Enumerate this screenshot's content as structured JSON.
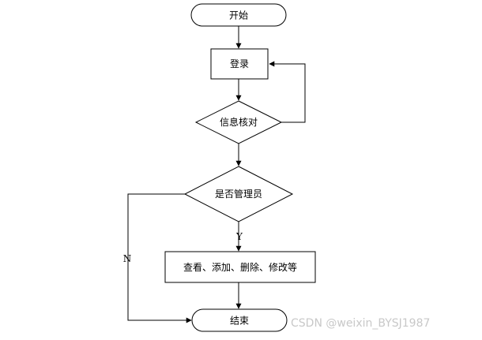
{
  "nodes": {
    "start": "开始",
    "login": "登录",
    "verify": "信息核对",
    "is_admin": "是否管理员",
    "actions": "查看、添加、删除、修改等",
    "end": "结束"
  },
  "edges": {
    "yes": "Y",
    "no": "N"
  },
  "watermark": "CSDN @weixin_BYSJ1987",
  "colors": {
    "stroke": "#000000",
    "fill": "#ffffff",
    "watermark": "#c8c8c8"
  }
}
